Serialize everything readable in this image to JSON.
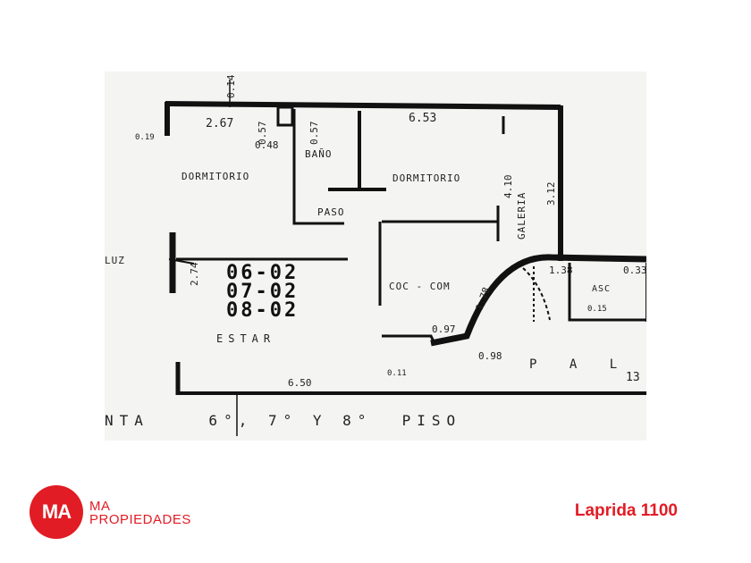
{
  "plan": {
    "rooms": {
      "dormitorio_1": "DORMITORIO",
      "dormitorio_2": "DORMITORIO",
      "bano": "BAÑO",
      "paso": "PASO",
      "coc_com": "COC - COM",
      "estar": "ESTAR",
      "galeria": "GALERIA",
      "luz": "LUZ",
      "asc": "ASC"
    },
    "units": [
      "06-02",
      "07-02",
      "08-02"
    ],
    "floor_caption": "NTA    6°, 7° Y 8°  PISO",
    "corridor_caption": "P A L",
    "dimensions": {
      "d_267": "2.67",
      "d_057a": "0.57",
      "d_057b": "0.57",
      "d_048": "0.48",
      "d_653": "6.53",
      "d_014": "0.14",
      "d_019": "0.19",
      "d_312": "3.12",
      "d_410": "4.10",
      "d_274": "2.74",
      "d_650": "6.50",
      "d_097": "0.97",
      "d_098": "0.98",
      "d_178": "1.78",
      "d_138": "1.38",
      "d_015": "0.15",
      "d_013": "13",
      "d_033": "0.33",
      "d_011": "0.11"
    }
  },
  "footer": {
    "logo_text": "MA",
    "brand_line1": "MA",
    "brand_line2": "PROPIEDADES",
    "address": "Laprida 1100"
  },
  "colors": {
    "accent": "#e11c24",
    "ink": "#111111",
    "paper": "#f4f4f2"
  }
}
